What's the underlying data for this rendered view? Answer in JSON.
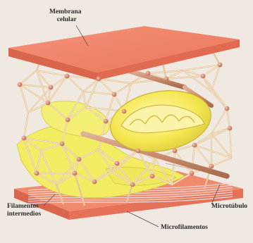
{
  "labels": {
    "membrane_line1": "Membrana",
    "membrane_line2": "celular",
    "microtubule": "Microtúbulo",
    "intermediate_line1": "Filamentos",
    "intermediate_line2": "intermedios",
    "microfilaments": "Microfilamentos"
  },
  "colors": {
    "background": "#efe9e2",
    "membrane_top": "#f2876a",
    "membrane_side": "#e0644c",
    "membrane_bottom": "#f08a6c",
    "mesh_filament": "#e3c9a0",
    "microtubule": "#c98c6c",
    "mitochondrion": "#f5e650",
    "er_sheet": "#f2ec62",
    "node": "#d98770",
    "microfilament_stripe": "#e9d7e0",
    "label_text": "#2a2a2a",
    "leader_line": "#444444"
  }
}
